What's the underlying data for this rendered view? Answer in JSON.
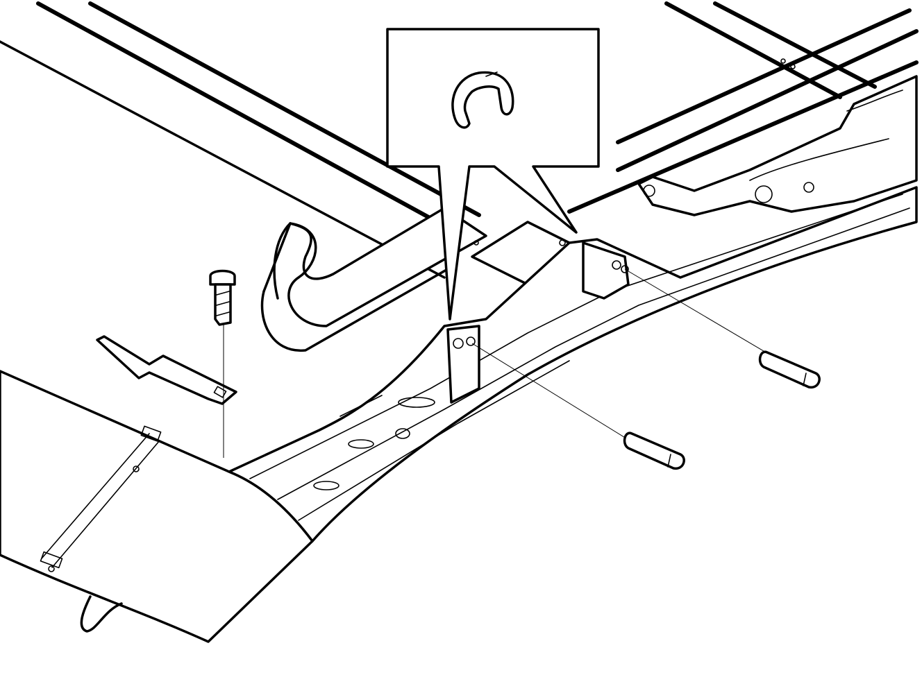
{
  "diagram": {
    "kind": "exploded-assembly-line-drawing",
    "colors": {
      "stroke": "#000000",
      "background": "#ffffff"
    },
    "callout": {
      "icon": "circlip-icon",
      "shape": "speech-bubble"
    },
    "parts": [
      {
        "name": "bolt",
        "icon": "bolt-icon"
      },
      {
        "name": "bracket",
        "icon": "bracket-icon"
      },
      {
        "name": "spring-clip",
        "icon": "spring-clip-icon"
      },
      {
        "name": "hinge-pin-front",
        "icon": "pin-icon"
      },
      {
        "name": "hinge-pin-rear",
        "icon": "pin-icon"
      },
      {
        "name": "hinge-assembly",
        "icon": "hinge-icon"
      },
      {
        "name": "roof-panel",
        "icon": "panel-icon"
      }
    ]
  }
}
